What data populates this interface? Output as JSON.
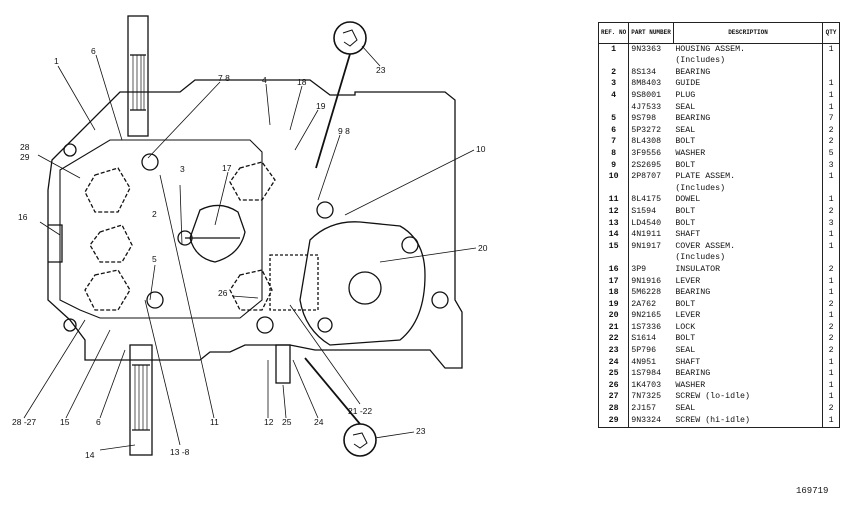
{
  "table": {
    "headers": {
      "ref": "REF. NO",
      "part": "PART NUMBER",
      "desc": "DESCRIPTION",
      "qty": "QTY"
    },
    "rows": [
      {
        "ref": "1",
        "part": "9N3363",
        "desc": "HOUSING ASSEM.",
        "qty": "1"
      },
      {
        "ref": "",
        "part": "",
        "desc": "(Includes)",
        "qty": ""
      },
      {
        "ref": "2",
        "part": "8S134",
        "desc": "BEARING",
        "qty": ""
      },
      {
        "ref": "3",
        "part": "8M8403",
        "desc": "GUIDE",
        "qty": "1"
      },
      {
        "ref": "4",
        "part": "9S8001",
        "desc": "PLUG",
        "qty": "1"
      },
      {
        "ref": "",
        "part": "4J7533",
        "desc": "SEAL",
        "qty": "1"
      },
      {
        "ref": "5",
        "part": "9S798",
        "desc": "BEARING",
        "qty": "7"
      },
      {
        "ref": "6",
        "part": "5P3272",
        "desc": "SEAL",
        "qty": "2"
      },
      {
        "ref": "7",
        "part": "8L4308",
        "desc": "BOLT",
        "qty": "2"
      },
      {
        "ref": "8",
        "part": "3F9556",
        "desc": "WASHER",
        "qty": "5"
      },
      {
        "ref": "9",
        "part": "2S2695",
        "desc": "BOLT",
        "qty": "3"
      },
      {
        "ref": "10",
        "part": "2P8707",
        "desc": "PLATE ASSEM.",
        "qty": "1"
      },
      {
        "ref": "",
        "part": "",
        "desc": "(Includes)",
        "qty": ""
      },
      {
        "ref": "11",
        "part": "8L4175",
        "desc": "DOWEL",
        "qty": "1"
      },
      {
        "ref": "12",
        "part": "S1594",
        "desc": "BOLT",
        "qty": "2"
      },
      {
        "ref": "13",
        "part": "LD4540",
        "desc": "BOLT",
        "qty": "3"
      },
      {
        "ref": "14",
        "part": "4N1911",
        "desc": "SHAFT",
        "qty": "1"
      },
      {
        "ref": "15",
        "part": "9N1917",
        "desc": "COVER ASSEM.",
        "qty": "1"
      },
      {
        "ref": "",
        "part": "",
        "desc": "(Includes)",
        "qty": ""
      },
      {
        "ref": "16",
        "part": "3P9",
        "desc": "INSULATOR",
        "qty": "2"
      },
      {
        "ref": "17",
        "part": "9N1916",
        "desc": "LEVER",
        "qty": "1"
      },
      {
        "ref": "18",
        "part": "5M6228",
        "desc": "BEARING",
        "qty": "1"
      },
      {
        "ref": "19",
        "part": "2A762",
        "desc": "BOLT",
        "qty": "2"
      },
      {
        "ref": "20",
        "part": "9N2165",
        "desc": "LEVER",
        "qty": "1"
      },
      {
        "ref": "21",
        "part": "1S7336",
        "desc": "LOCK",
        "qty": "2"
      },
      {
        "ref": "22",
        "part": "S1614",
        "desc": "BOLT",
        "qty": "2"
      },
      {
        "ref": "23",
        "part": "5P796",
        "desc": "SEAL",
        "qty": "2"
      },
      {
        "ref": "24",
        "part": "4N951",
        "desc": "SHAFT",
        "qty": "1"
      },
      {
        "ref": "25",
        "part": "1S7984",
        "desc": "BEARING",
        "qty": "1"
      },
      {
        "ref": "26",
        "part": "1K4703",
        "desc": "WASHER",
        "qty": "1"
      },
      {
        "ref": "27",
        "part": "7N7325",
        "desc": "SCREW (lo-idle)",
        "qty": "1"
      },
      {
        "ref": "28",
        "part": "2J157",
        "desc": "SEAL",
        "qty": "2"
      },
      {
        "ref": "29",
        "part": "9N3324",
        "desc": "SCREW (hi-idle)",
        "qty": "1"
      }
    ]
  },
  "figure_number": "169719",
  "callouts": {
    "c1": "1",
    "c6a": "6",
    "c78": "7  8",
    "c4": "4",
    "c18": "18",
    "c19": "19",
    "c98": "9  8",
    "c10": "10",
    "c23a": "23",
    "c23b": "23",
    "c2829a": "28",
    "c2829b": "29",
    "c3": "3",
    "c2": "2",
    "c17": "17",
    "c16": "16",
    "c20": "20",
    "c5": "5",
    "c26": "26",
    "c2827": "28 -27",
    "c15": "15",
    "c6b": "6",
    "c138": "13 -8",
    "c14": "14",
    "c11": "11",
    "c12": "12",
    "c25": "25",
    "c24": "24",
    "c2122": "21 -22"
  }
}
